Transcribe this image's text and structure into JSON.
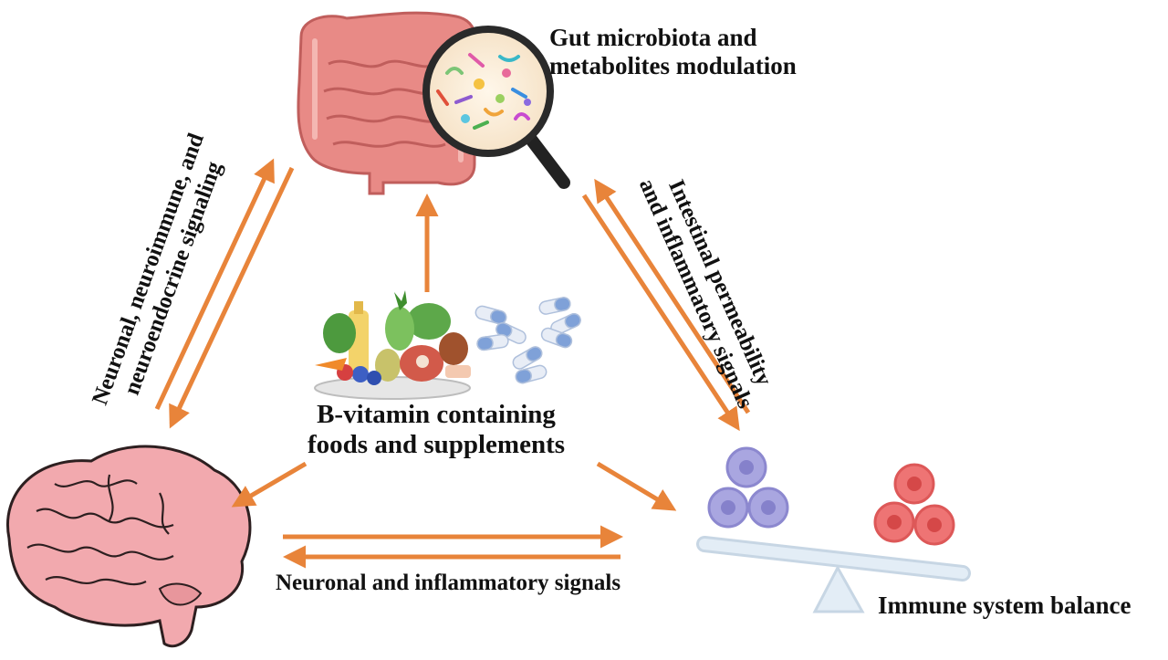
{
  "labels": {
    "gut_line1": "Gut microbiota and",
    "gut_line2": "metabolites modulation",
    "food_line1": "B-vitamin containing",
    "food_line2": "foods and supplements",
    "left_line1": "Neuronal, neuroimmune, and",
    "left_line2": "neuroendocrine signaling",
    "right_line1": "Intestinal permeability",
    "right_line2": "and inflammatory signals",
    "bottom": "Neuronal and inflammatory signals",
    "immune": "Immune system balance"
  },
  "colors": {
    "arrow": "#E8843A",
    "gut": "#E88A86",
    "brain": "#F2A9AE",
    "cells_purple": "#A9A6E0",
    "cells_red": "#EE7474",
    "scale": "#D9E7F2"
  },
  "icons": [
    "intestine-icon",
    "magnifier-microbes-icon",
    "food-plate-icon",
    "pills-icon",
    "brain-icon",
    "immune-cells-icon",
    "balance-scale-icon"
  ]
}
